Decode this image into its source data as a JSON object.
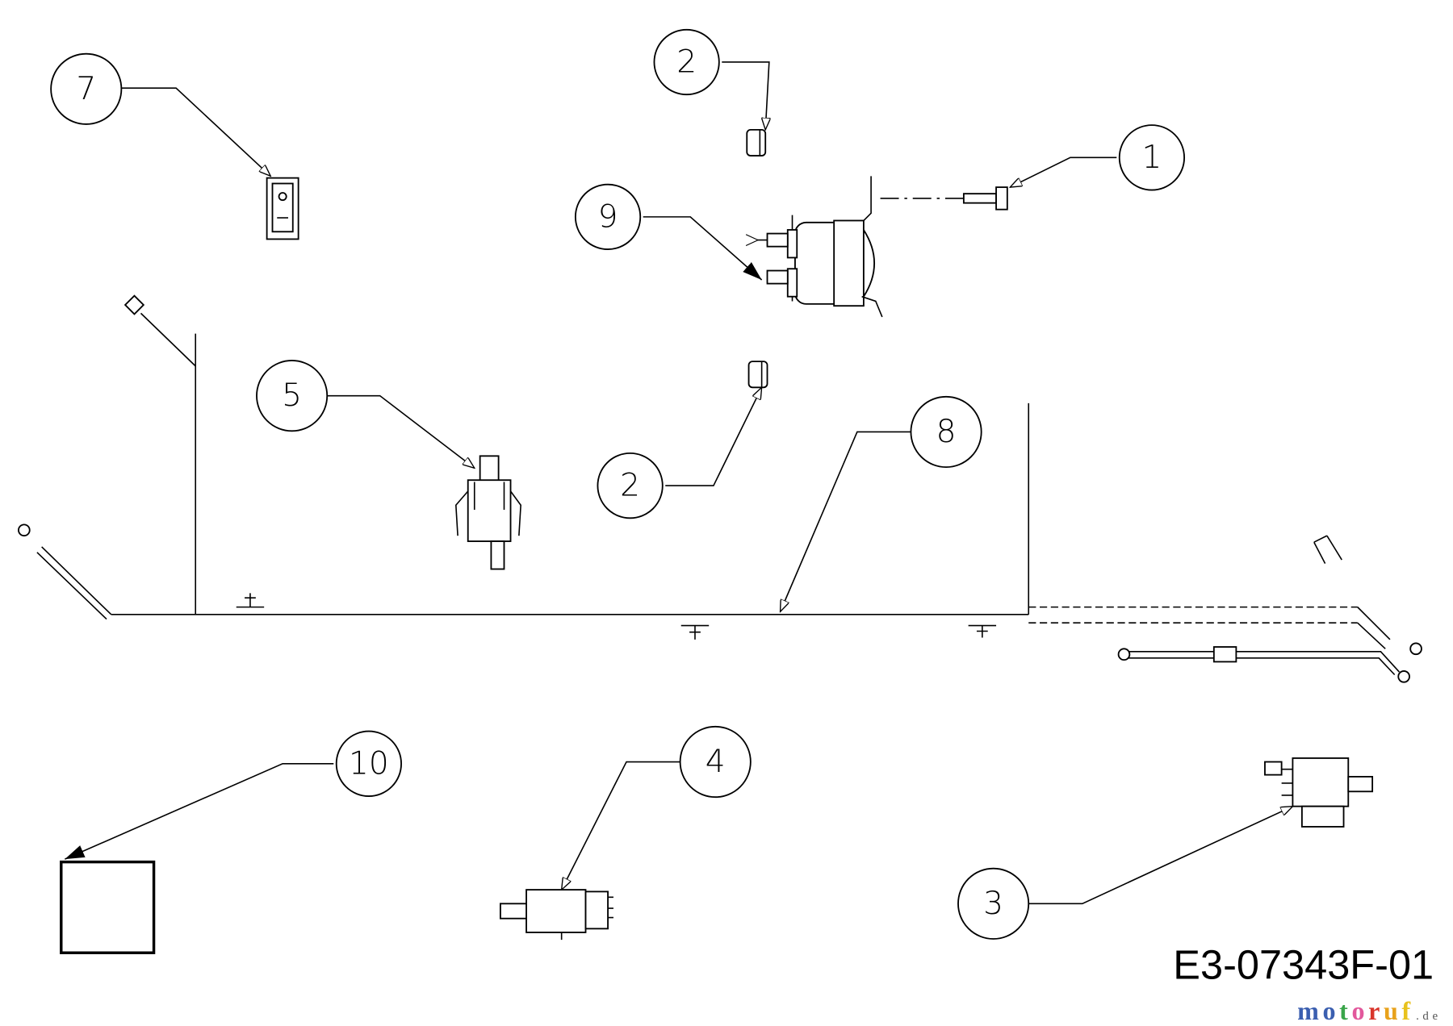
{
  "diagram": {
    "drawing_code": "E3-07343F-01",
    "watermark": {
      "letters": [
        "m",
        "o",
        "t",
        "o",
        "r",
        "u",
        "f"
      ],
      "suffix": ".de",
      "colors": [
        "#3b5fb0",
        "#3b5fb0",
        "#3aa54a",
        "#e2589c",
        "#d9352b",
        "#e8a21c",
        "#e8c21c"
      ]
    },
    "callouts": [
      {
        "label": "7",
        "part": "rocker-switch"
      },
      {
        "label": "2",
        "part": "fuse-top"
      },
      {
        "label": "1",
        "part": "bolt"
      },
      {
        "label": "9",
        "part": "solenoid"
      },
      {
        "label": "5",
        "part": "plunger-switch"
      },
      {
        "label": "2",
        "part": "fuse-middle"
      },
      {
        "label": "8",
        "part": "wiring-harness"
      },
      {
        "label": "10",
        "part": "module-box"
      },
      {
        "label": "4",
        "part": "interlock-switch"
      },
      {
        "label": "3",
        "part": "relay"
      }
    ]
  }
}
